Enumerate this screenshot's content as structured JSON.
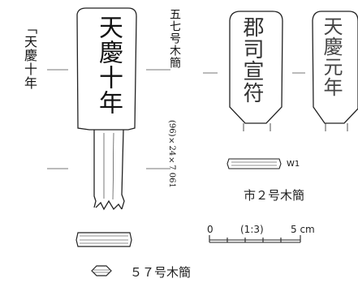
{
  "era_caption": "「天慶十年",
  "slip57": {
    "vertical_title": "五七号木簡",
    "measurement": "(96)×24×7 061",
    "ink_text": "天慶十年",
    "caption": "５７号木簡"
  },
  "ichi2": {
    "left_ink_text": "郡司宣符",
    "right_ink_text": "天慶元年",
    "wood_label": "W1",
    "caption": "市２号木簡"
  },
  "scale_bar": {
    "start_label": "0",
    "ratio_label": "(1:3)",
    "end_label": "5 cm"
  }
}
